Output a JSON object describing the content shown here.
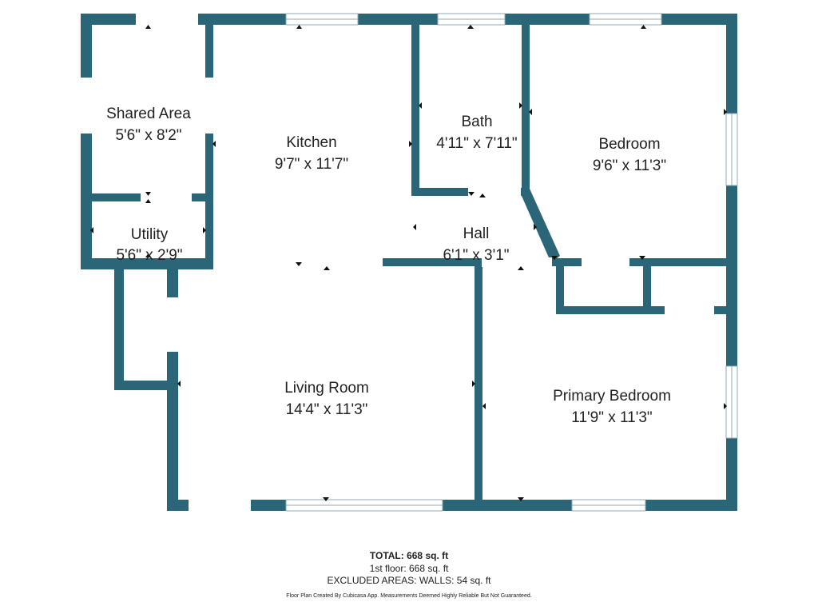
{
  "colors": {
    "wall": "#2a6678",
    "text": "#222222",
    "window": "#8fa9b2"
  },
  "rooms": [
    {
      "name": "Shared Area",
      "dims": "5'6\" x 8'2\""
    },
    {
      "name": "Kitchen",
      "dims": "9'7\" x 11'7\""
    },
    {
      "name": "Bath",
      "dims": "4'11\" x 7'11\""
    },
    {
      "name": "Bedroom",
      "dims": "9'6\" x 11'3\""
    },
    {
      "name": "Utility",
      "dims": "5'6\" x 2'9\""
    },
    {
      "name": "Hall",
      "dims": "6'1\" x 3'1\""
    },
    {
      "name": "Living Room",
      "dims": "14'4\" x 11'3\""
    },
    {
      "name": "Primary Bedroom",
      "dims": "11'9\" x 11'3\""
    }
  ],
  "summary": {
    "total": "TOTAL: 668 sq. ft",
    "floor": "1st floor: 668 sq. ft",
    "excluded": "EXCLUDED AREAS: WALLS: 54 sq. ft"
  },
  "credit": "Floor Plan Created By Cubicasa App. Measurements Deemed Highly Reliable But Not Guaranteed."
}
